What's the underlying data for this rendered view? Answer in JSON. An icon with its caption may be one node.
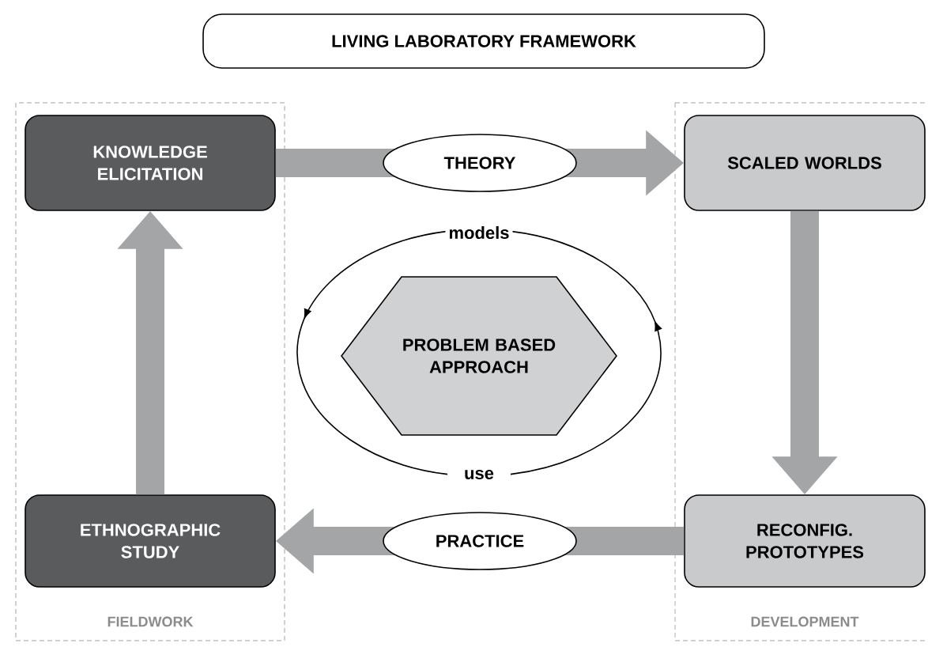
{
  "diagram": {
    "title": "LIVING LABORATORY FRAMEWORK",
    "nodes": [
      {
        "text": [
          "FIELDWORK"
        ]
      },
      {
        "text": [
          "DEVELOPMENT"
        ]
      },
      {
        "text": [
          "KNOWLEDGE ELICITATION"
        ],
        "in": 0
      },
      {
        "text": [
          "SCALED WORLDS"
        ],
        "in": 1
      },
      {
        "text": [
          "RECONFIG. PROTOTYPES"
        ],
        "in": 1
      },
      {
        "text": [
          "ETHNOGRAPHIC STUDY"
        ],
        "in": 0
      },
      {
        "text": [
          "PROBLEM BASED APPROACH"
        ]
      }
    ],
    "edges": [
      {
        "from": 2,
        "to": 3,
        "arrow": "to",
        "label": "THEORY"
      },
      {
        "from": 3,
        "to": 4,
        "arrow": "to"
      },
      {
        "from": 4,
        "to": 5,
        "arrow": "to",
        "label": "PRACTICE"
      },
      {
        "from": 5,
        "to": 2,
        "arrow": "to"
      }
    ],
    "labels": [
      "models",
      "use"
    ]
  }
}
